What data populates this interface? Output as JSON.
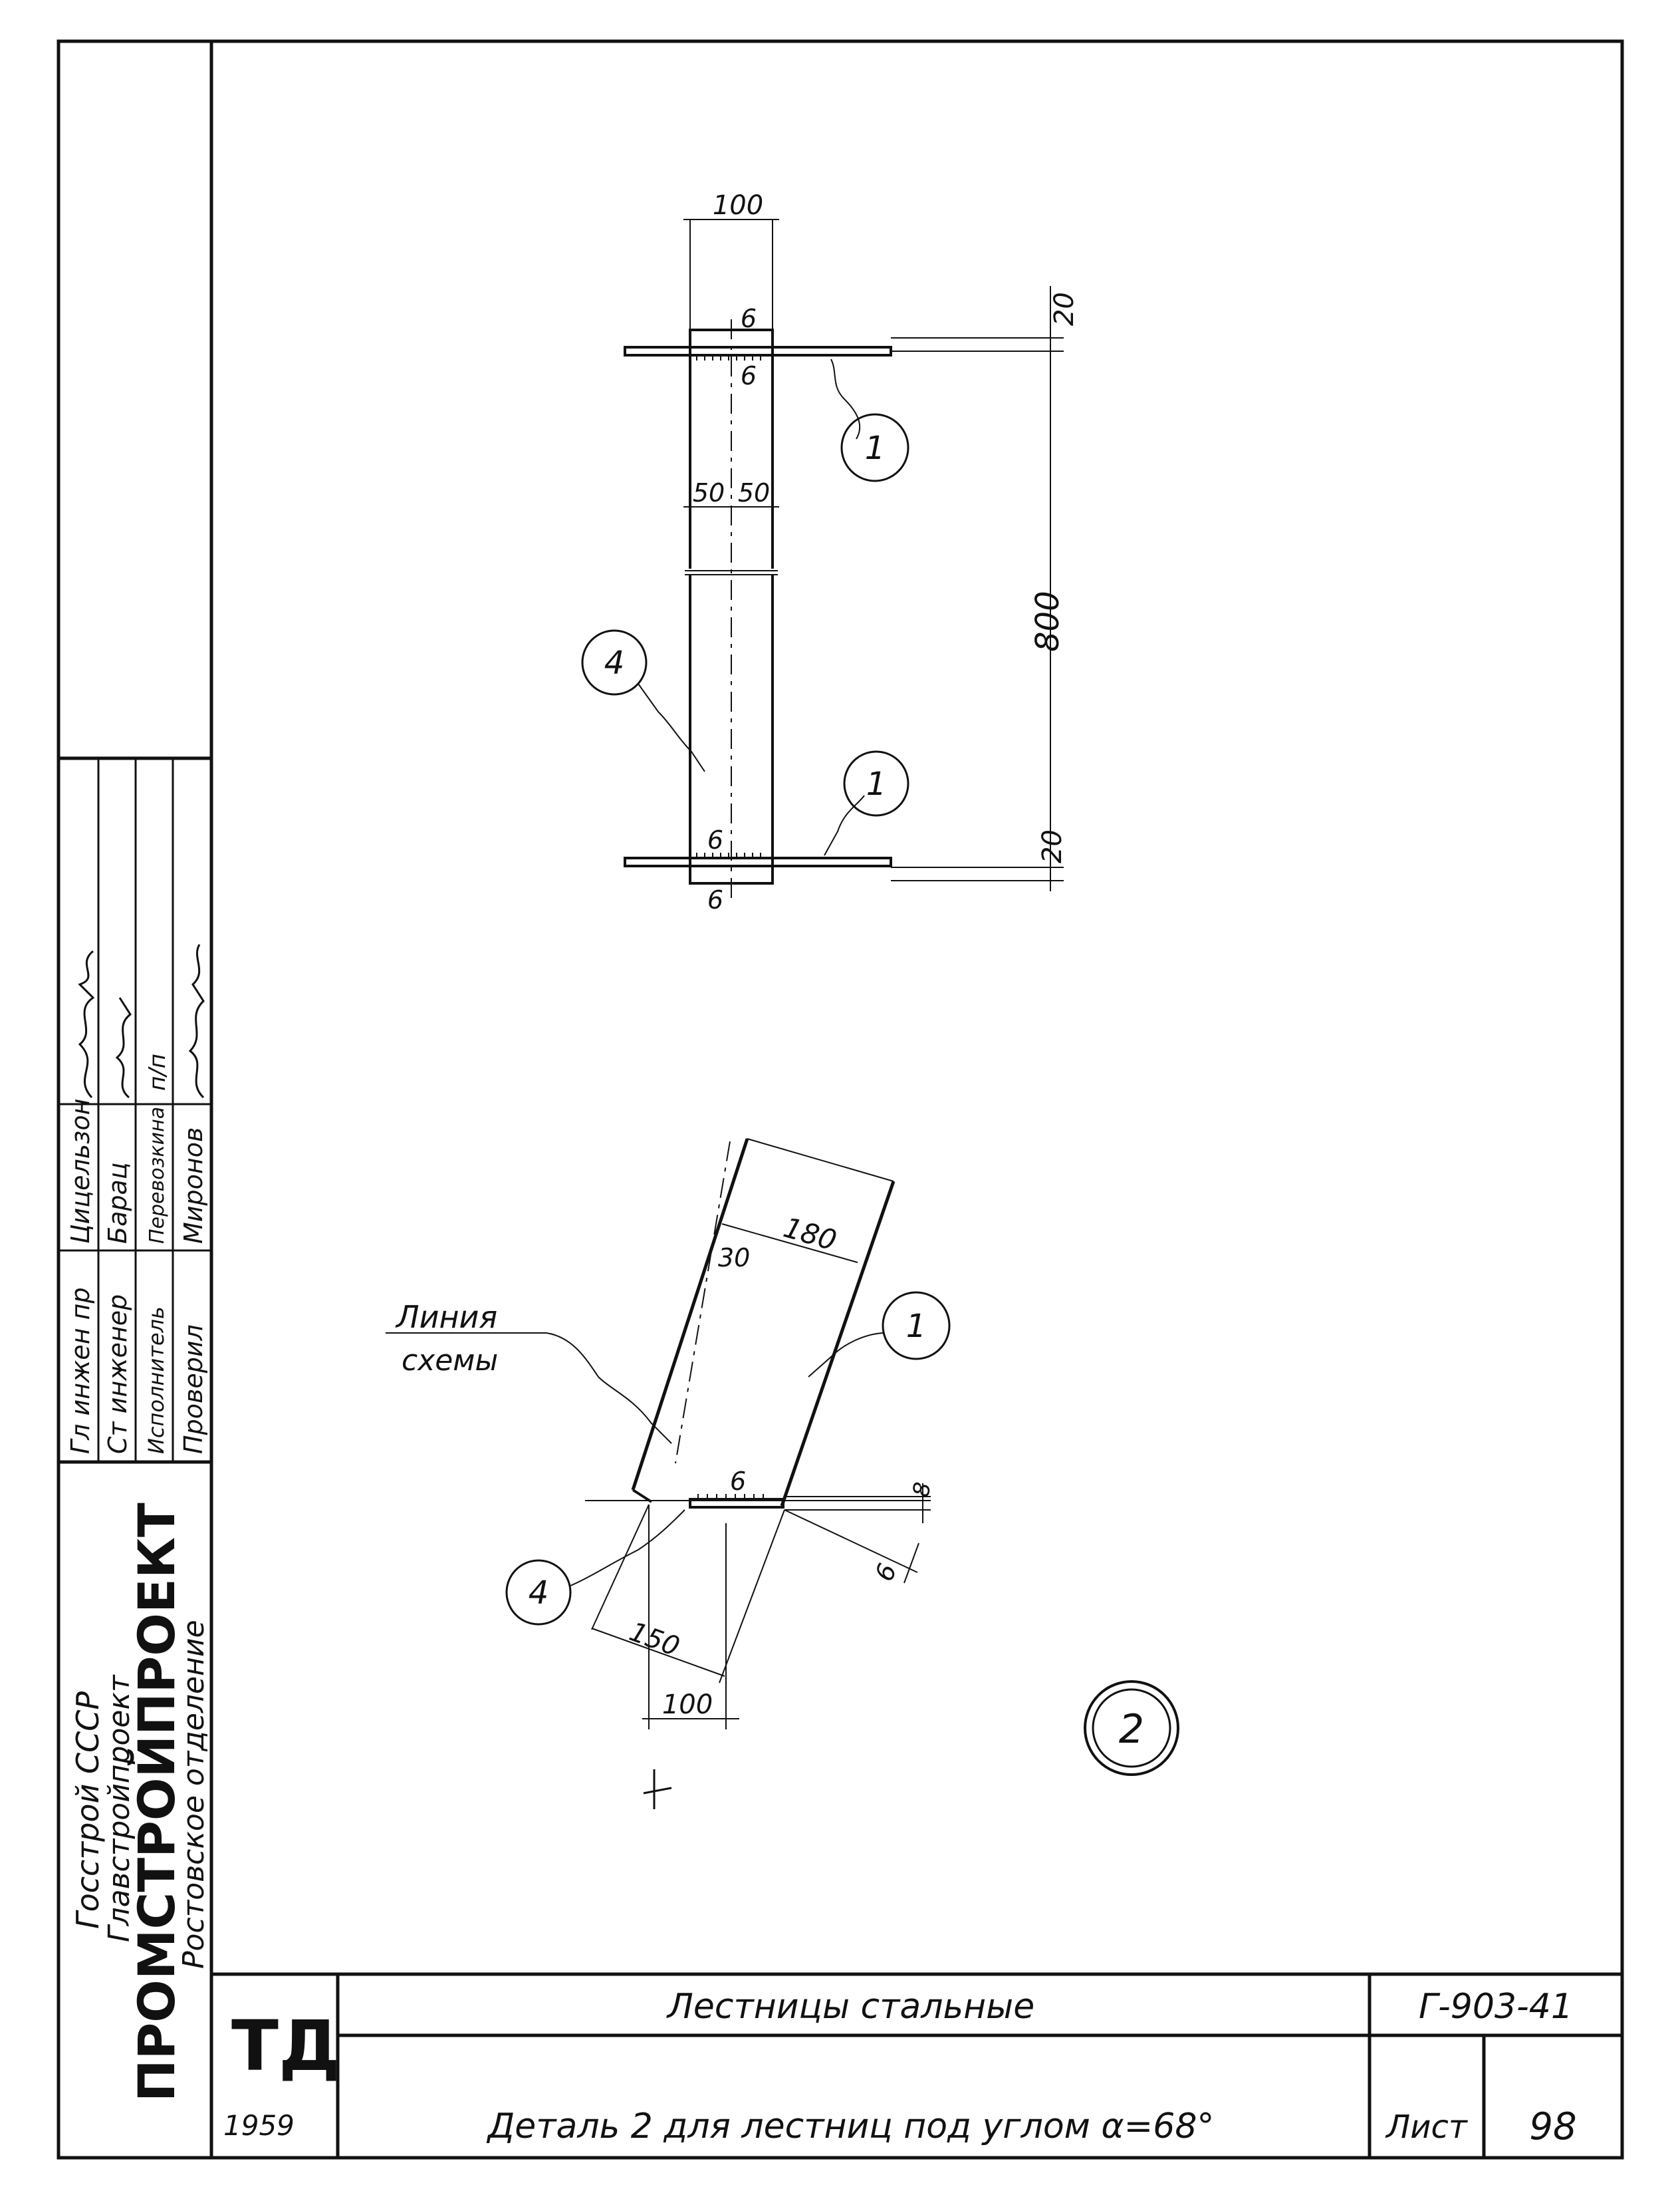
{
  "stamp": {
    "org_line1": "Госстрой СССР",
    "org_line2": "Главстройпроект",
    "org_name": "ПРОМСТРОЙПРОЕКТ",
    "org_branch": "Ростовское отделение",
    "roles": [
      {
        "role": "Гл инжен пр",
        "name": "Цицельзон"
      },
      {
        "role": "Ст инженер",
        "name": "Барац"
      },
      {
        "role": "Исполнитель",
        "name": "Перевозкина"
      },
      {
        "role": "Проверил",
        "name": "Миронов"
      }
    ],
    "signature_mark": "п/п"
  },
  "title_block": {
    "logo": "ТД",
    "year": "1959",
    "title": "Лестницы стальные",
    "subtitle": "Деталь 2 для лестниц под углом α=68°",
    "code": "Г-903-41",
    "sheet_label": "Лист",
    "sheet_number": "98"
  },
  "upper_view": {
    "dim_width": "100",
    "dim_half_left": "50",
    "dim_half_right": "50",
    "weld_top_upper": "6",
    "weld_top_lower": "6",
    "weld_bottom_upper": "6",
    "weld_bottom_lower": "6",
    "dim_top_offset": "20",
    "dim_span": "800",
    "dim_bottom_offset": "20",
    "callout_1a": "1",
    "callout_1b": "1",
    "callout_4": "4"
  },
  "lower_view": {
    "label_line1": "Линия",
    "label_line2": "схемы",
    "dim_180": "180",
    "dim_30": "30",
    "weld": "6",
    "dim_8": "8",
    "dim_6": "6",
    "dim_150": "150",
    "dim_100": "100",
    "callout_1": "1",
    "callout_4": "4"
  },
  "detail_mark": "2"
}
